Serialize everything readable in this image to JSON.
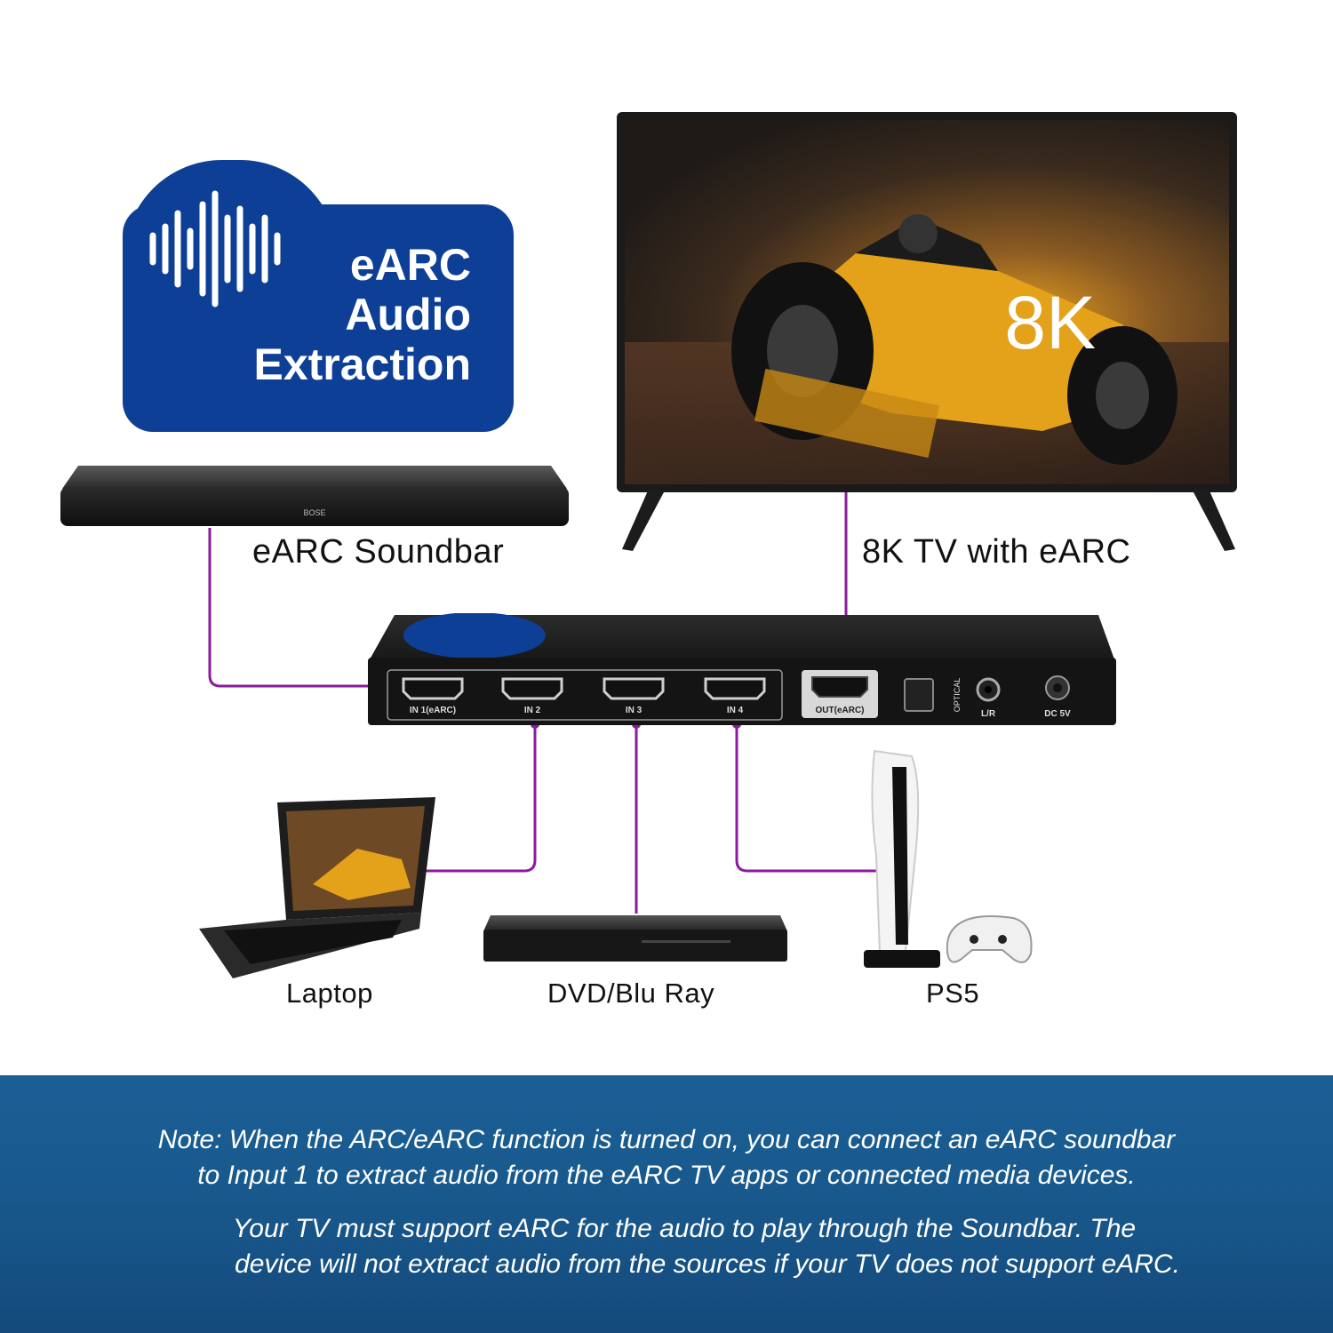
{
  "badge": {
    "line1": "eARC",
    "line2": "Audio",
    "line3": "Extraction",
    "color": "#0d3f96"
  },
  "tv": {
    "resolution": "8K",
    "label": "8K TV with eARC"
  },
  "soundbar": {
    "label": "eARC Soundbar",
    "brand": "BOSE"
  },
  "switch": {
    "ports": [
      "IN 1(eARC)",
      "IN 2",
      "IN 3",
      "IN 4",
      "OUT(eARC)"
    ],
    "optical": "OPTICAL",
    "lr": "L/R",
    "dc": "DC 5V"
  },
  "devices": {
    "laptop": "Laptop",
    "dvd": "DVD/Blu Ray",
    "ps5": "PS5"
  },
  "cable_color": "#8b1b9e",
  "note": {
    "line1": "Note: When the ARC/eARC function is turned on, you can connect an eARC soundbar",
    "line2": "to Input 1 to extract audio from the eARC TV apps or connected media devices.",
    "line3": "Your TV must support eARC for the audio to play through the Soundbar. The",
    "line4": "device will not extract audio from the sources if your TV does not support eARC."
  }
}
